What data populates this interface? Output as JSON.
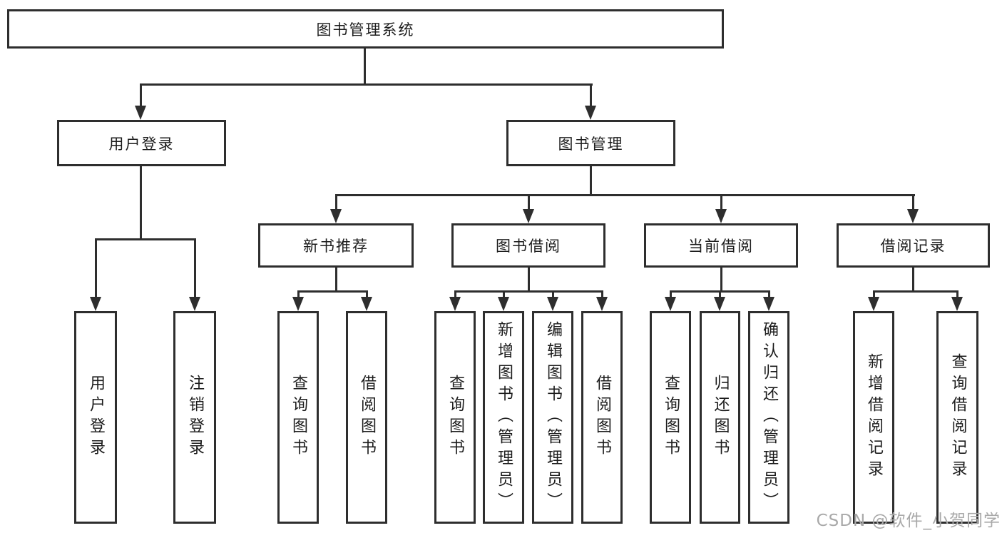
{
  "nodes": {
    "root": "图书管理系统",
    "login": "用户登录",
    "manage": "图书管理",
    "login_children": [
      "用户登录",
      "注销登录"
    ],
    "sections": [
      {
        "label": "新书推荐",
        "children": [
          "查询图书",
          "借阅图书"
        ]
      },
      {
        "label": "图书借阅",
        "children": [
          "查询图书",
          "新增图书（管理员）",
          "编辑图书（管理员）",
          "借阅图书"
        ]
      },
      {
        "label": "当前借阅",
        "children": [
          "查询图书",
          "归还图书",
          "确认归还（管理员）"
        ]
      },
      {
        "label": "借阅记录",
        "children": [
          "新增借阅记录",
          "查询借阅记录"
        ]
      }
    ]
  },
  "watermark": "CSDN @软件_小贺同学",
  "colors": {
    "line": "#2e2e2e",
    "text": "#1c1c1c",
    "background": "#ffffff",
    "watermark": "#a9a9a9"
  }
}
